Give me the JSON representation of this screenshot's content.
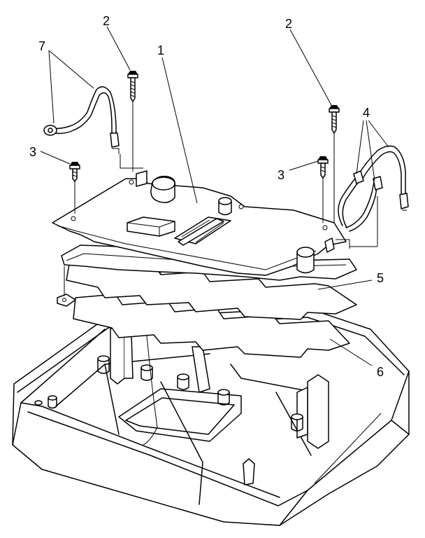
{
  "callouts": [
    {
      "label": "1"
    },
    {
      "label": "2"
    },
    {
      "label": "2"
    },
    {
      "label": "3"
    },
    {
      "label": "3"
    },
    {
      "label": "4"
    },
    {
      "label": "5"
    },
    {
      "label": "6"
    },
    {
      "label": "7"
    }
  ]
}
